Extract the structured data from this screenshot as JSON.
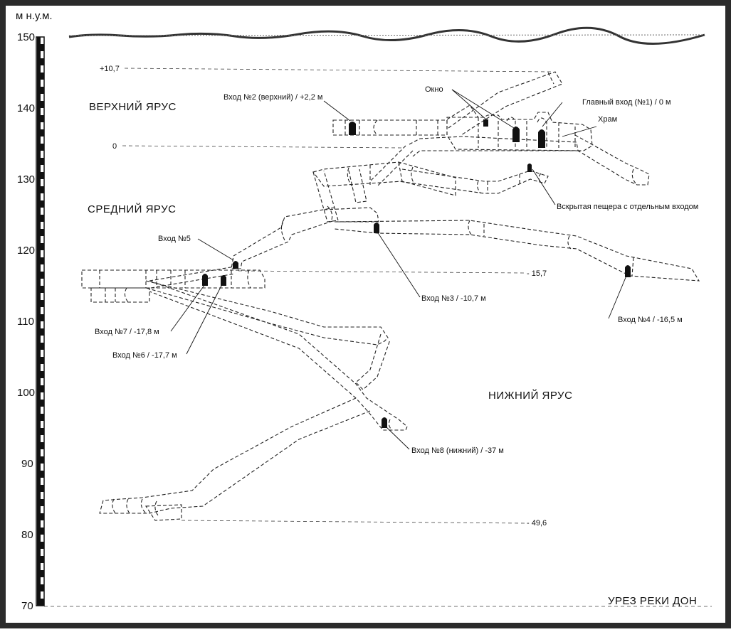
{
  "diagram": {
    "axis_unit": "м  н.у.м.",
    "axis_ticks": [
      "150",
      "140",
      "130",
      "120",
      "110",
      "100",
      "90",
      "80",
      "70"
    ],
    "axis_range": [
      70,
      150
    ],
    "tiers": {
      "upper": "ВЕРХНИЙ ЯРУС",
      "middle": "СРЕДНИЙ ЯРУС",
      "lower": "НИЖНИЙ ЯРУС"
    },
    "river": "УРЕЗ РЕКИ ДОН",
    "levels": {
      "top": "+10,7",
      "zero": "0",
      "mid": "- 15,7",
      "bottom": "- 49,6"
    },
    "labels": {
      "entrance2": "Вход №2 (верхний) / +2,2 м",
      "window": "Окно",
      "main_entrance": "Главный вход (№1) / 0 м",
      "temple": "Храм",
      "opened_cave": "Вскрытая пещера с отдельным входом",
      "entrance5": "Вход №5",
      "entrance3": "Вход №3 / -10,7 м",
      "entrance4": "Вход №4 / -16,5 м",
      "entrance7": "Вход №7 / -17,8 м",
      "entrance6": "Вход №6 / -17,7 м",
      "entrance8": "Вход №8 (нижний) / -37 м"
    }
  }
}
